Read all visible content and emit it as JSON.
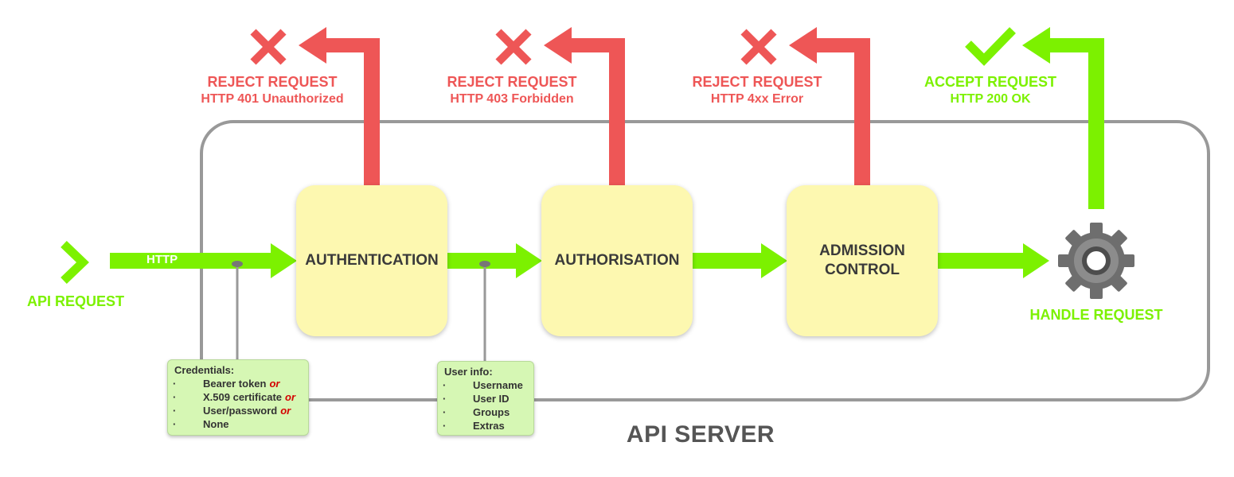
{
  "input": {
    "label": "API REQUEST",
    "protocol": "HTTP"
  },
  "stages": [
    {
      "name": "AUTHENTICATION"
    },
    {
      "name": "AUTHORISATION"
    },
    {
      "name": "ADMISSION CONTROL",
      "line1": "ADMISSION",
      "line2": "CONTROL"
    }
  ],
  "outcomes": [
    {
      "title": "REJECT REQUEST",
      "detail": "HTTP 401 Unauthorized",
      "status": "reject"
    },
    {
      "title": "REJECT REQUEST",
      "detail": "HTTP 403 Forbidden",
      "status": "reject"
    },
    {
      "title": "REJECT REQUEST",
      "detail": "HTTP 4xx Error",
      "status": "reject"
    },
    {
      "title": "ACCEPT REQUEST",
      "detail": "HTTP 200 OK",
      "status": "accept"
    }
  ],
  "handler": {
    "label": "HANDLE REQUEST",
    "icon": "gear-icon"
  },
  "credentials_note": {
    "heading": "Credentials:",
    "items": [
      {
        "text": "Bearer token",
        "suffix": "or"
      },
      {
        "text": "X.509 certificate",
        "suffix": "or"
      },
      {
        "text": "User/password",
        "suffix": "or"
      },
      {
        "text": "None",
        "suffix": ""
      }
    ]
  },
  "userinfo_note": {
    "heading": "User info:",
    "items": [
      {
        "text": "Username"
      },
      {
        "text": "User ID"
      },
      {
        "text": "Groups"
      },
      {
        "text": "Extras"
      }
    ]
  },
  "server_label": "API SERVER",
  "colors": {
    "reject": "#ee5656",
    "accept": "#7cf100",
    "box": "#fdf8b0",
    "note": "#d6f7b4",
    "border": "#999999"
  }
}
